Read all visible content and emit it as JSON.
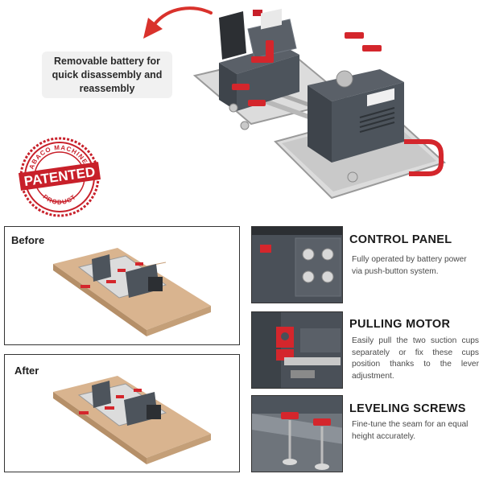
{
  "hero": {
    "callout_text": "Removable battery for quick disassembly and reassembly",
    "stamp": {
      "top_text": "ABACO MACHINES",
      "main_text": "PATENTED",
      "bottom_text": "PRODUCT",
      "color": "#c8202a"
    },
    "arrow_color": "#d9322c"
  },
  "panels": {
    "before_label": "Before",
    "after_label": "After"
  },
  "features": [
    {
      "title": "CONTROL PANEL",
      "description": "Fully operated by battery power via push-button system.",
      "icon": "control-panel-closeup"
    },
    {
      "title": "PULLING MOTOR",
      "description": "Easily pull the two suction cups separately or fix these cups position thanks to the lever adjustment.",
      "icon": "pulling-motor-closeup"
    },
    {
      "title": "LEVELING SCREWS",
      "description": "Fine-tune the seam for an equal height accurately.",
      "icon": "leveling-screws-closeup"
    }
  ],
  "colors": {
    "machine_body": "#4d545c",
    "accent_red": "#d4262c",
    "base_grey": "#d8d8d8",
    "wood": "#d9b48f"
  }
}
